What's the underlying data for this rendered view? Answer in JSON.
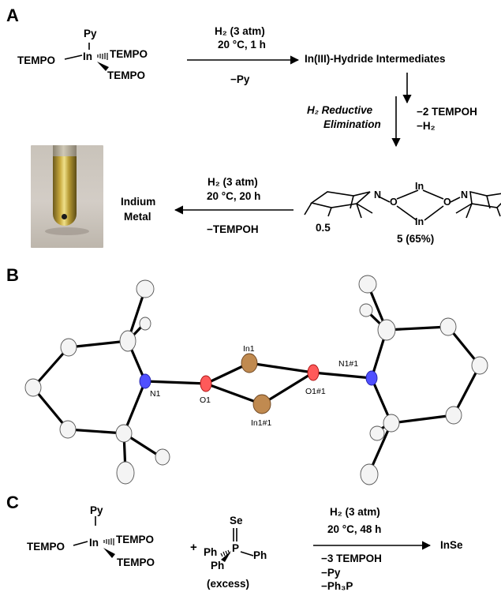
{
  "panels": {
    "a": "A",
    "b": "B",
    "c": "C"
  },
  "panel_a": {
    "reactant": {
      "py": "Py",
      "in": "In",
      "tempo_left": "TEMPO",
      "tempo_right": "TEMPO",
      "tempo_bottom": "TEMPO"
    },
    "step1": {
      "conditions_1": "H₂ (3 atm)",
      "conditions_2": "20 °C, 1 h",
      "byproduct": "−Py"
    },
    "intermediate": "In(III)-Hydride Intermediates",
    "step2": {
      "label_1": "H₂ Reductive",
      "label_2": "Elimination",
      "byproduct_1": "−2 TEMPOH",
      "byproduct_2": "−H₂"
    },
    "dimer": {
      "n_left": "N",
      "o_left": "O",
      "in_top": "In",
      "in_bottom": "In",
      "o_right": "O",
      "n_right": "N",
      "coefficient": "0.5",
      "compound_label": "5 (65%)"
    },
    "step3": {
      "conditions_1": "H₂ (3 atm)",
      "conditions_2": "20 °C, 20 h",
      "byproduct": "−TEMPOH"
    },
    "product": {
      "line1": "Indium",
      "line2": "Metal"
    }
  },
  "panel_b": {
    "labels": {
      "in1": "In1",
      "n1": "N1",
      "o1": "O1",
      "in1_sym": "In1#1",
      "o1_sym": "O1#1",
      "n1_sym": "N1#1"
    },
    "colors": {
      "nitrogen": "#3333dd",
      "oxygen": "#dd2222",
      "indium": "#9a6b3a",
      "carbon": "#9a9a9a",
      "bond": "#000000"
    }
  },
  "panel_c": {
    "reactant": {
      "py": "Py",
      "in": "In",
      "tempo_left": "TEMPO",
      "tempo_right": "TEMPO",
      "tempo_bottom": "TEMPO"
    },
    "plus": "+",
    "reagent": {
      "se": "Se",
      "p": "P",
      "ph_left": "Ph",
      "ph_right": "Ph",
      "ph_bottom": "Ph",
      "note": "(excess)"
    },
    "conditions": {
      "line1": "H₂ (3 atm)",
      "line2": "20 °C, 48 h",
      "byproduct_1": "−3 TEMPOH",
      "byproduct_2": "−Py",
      "byproduct_3": "−Ph₃P"
    },
    "product": "InSe"
  }
}
